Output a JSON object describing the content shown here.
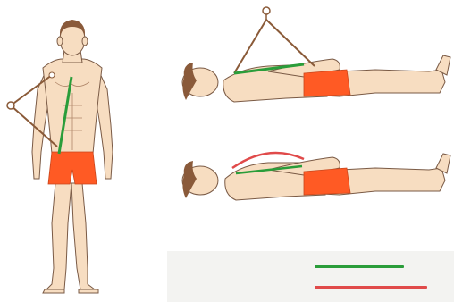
{
  "colors": {
    "background": "#ffffff",
    "skin": "#f7ddc1",
    "skin_outline": "#7a5a45",
    "hair": "#8a5a3a",
    "shorts": "#ff5a24",
    "green_line": "#2a9d3a",
    "red_line": "#e04a4a",
    "device": "#8a5a38",
    "legend_bg": "#f3f3f1"
  },
  "figures": [
    {
      "name": "standing-figure-front-view"
    },
    {
      "name": "supine-figure-with-device"
    },
    {
      "name": "supine-figure-with-curve"
    }
  ],
  "legend": {
    "items": [
      {
        "label": "",
        "color_key": "green_line"
      },
      {
        "label": "",
        "color_key": "red_line"
      }
    ]
  }
}
